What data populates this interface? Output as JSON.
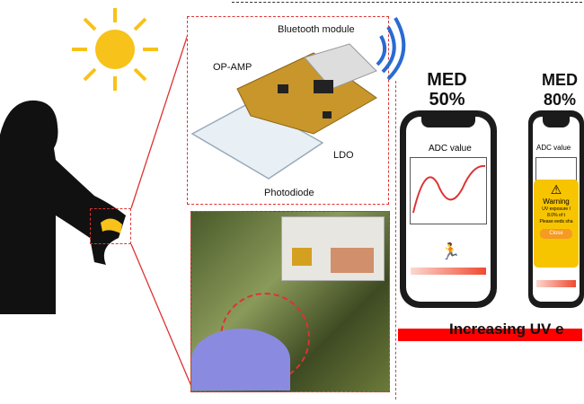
{
  "device_labels": {
    "bluetooth": "Bluetooth module",
    "opamp": "OP-AMP",
    "ldo": "LDO",
    "photodiode": "Photodiode"
  },
  "phone1": {
    "med": "MED",
    "percent": "50%",
    "adc_label": "ADC value"
  },
  "phone2": {
    "med": "MED",
    "percent": "80%",
    "adc_label": "ADC value",
    "warning_title": "Warning",
    "warning_line1": "UV exposure l",
    "warning_line2": "8.0% of t",
    "warning_line3": "Please eeds sha",
    "close_button": "Close"
  },
  "bottom_arrow": "Increasing UV e",
  "colors": {
    "accent": "#e02020",
    "sun": "#f7c21a",
    "warning": "#f7c400"
  }
}
